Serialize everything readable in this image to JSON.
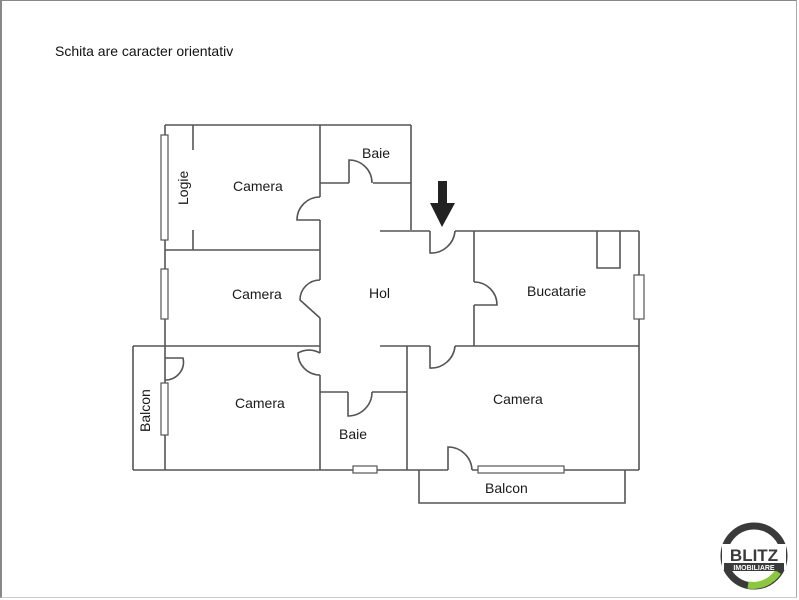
{
  "header": {
    "note": "Schita are caracter orientativ"
  },
  "rooms": {
    "logie": "Logie",
    "camera_top": "Camera",
    "baie_top": "Baie",
    "camera_mid": "Camera",
    "hol": "Hol",
    "bucatarie": "Bucatarie",
    "balcon_left": "Balcon",
    "camera_bottom_left": "Camera",
    "baie_bottom": "Baie",
    "camera_bottom_right": "Camera",
    "balcon_bottom": "Balcon"
  },
  "entrance": {
    "icon": "entrance-arrow-icon"
  },
  "logo": {
    "line1": "BLITZ",
    "line2": "IMOBILIARE",
    "ring_color": "#3a3a3a",
    "accent_color": "#8dc63f"
  }
}
